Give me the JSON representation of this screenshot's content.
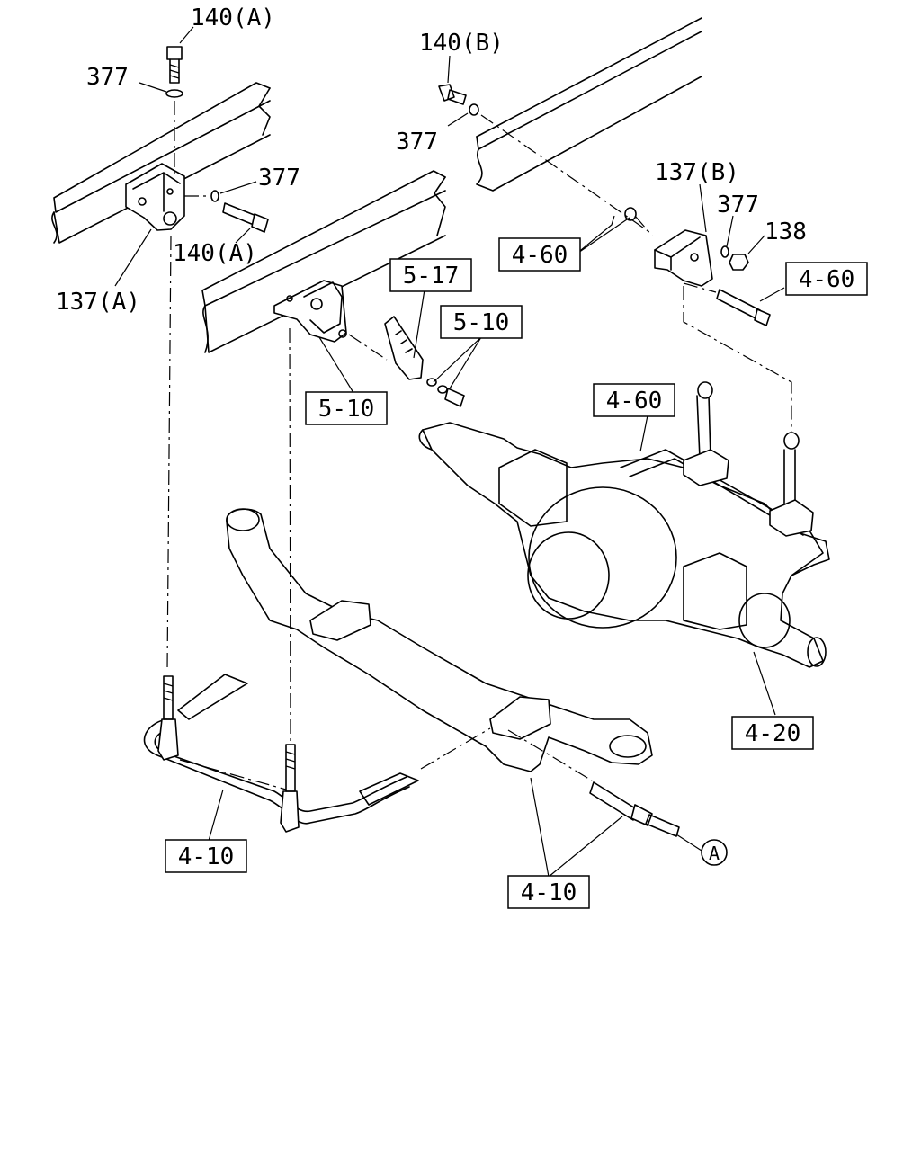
{
  "figure": {
    "labels": {
      "l140a_top": "140(A)",
      "l377_top": "377",
      "l377_mid": "377",
      "l140a_mid": "140(A)",
      "l137a": "137(A)",
      "l140b": "140(B)",
      "l377_b": "377",
      "l137b": "137(B)",
      "l377_r": "377",
      "l138": "138",
      "circle_a": "A"
    },
    "boxes": {
      "b460_left": "4-60",
      "b460_right": "4-60",
      "b517": "5-17",
      "b510_right": "5-10",
      "b510_left": "5-10",
      "b460_axle": "4-60",
      "b420": "4-20",
      "b410_left": "4-10",
      "b410_right": "4-10"
    }
  },
  "colors": {
    "ink": "#000000",
    "paper": "#ffffff"
  }
}
